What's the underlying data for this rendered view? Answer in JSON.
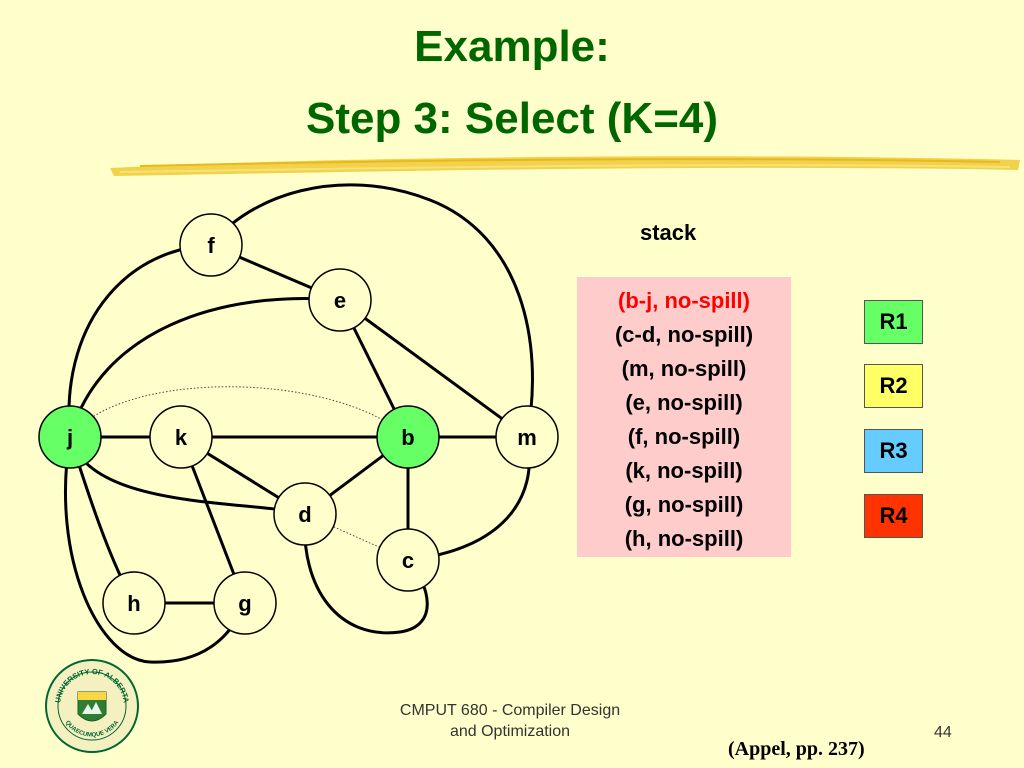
{
  "slide": {
    "title_line1": "Example:",
    "title_line2": "Step 3: Select (K=4)",
    "page_number": "44",
    "footer_line1": "CMPUT 680 - Compiler Design",
    "footer_line2": "and Optimization",
    "citation": "(Appel, pp. 237)",
    "logo_text": "UNIVERSITY OF ALBERTA",
    "logo_motto": "QUAECUMQUE VERA"
  },
  "graph": {
    "nodes": [
      {
        "id": "f",
        "label": "f",
        "color": "#ffffcc"
      },
      {
        "id": "e",
        "label": "e",
        "color": "#ffffcc"
      },
      {
        "id": "j",
        "label": "j",
        "color": "#66ff66"
      },
      {
        "id": "k",
        "label": "k",
        "color": "#ffffcc"
      },
      {
        "id": "b",
        "label": "b",
        "color": "#66ff66"
      },
      {
        "id": "m",
        "label": "m",
        "color": "#ffffcc"
      },
      {
        "id": "d",
        "label": "d",
        "color": "#ffffcc"
      },
      {
        "id": "c",
        "label": "c",
        "color": "#ffffcc"
      },
      {
        "id": "h",
        "label": "h",
        "color": "#ffffcc"
      },
      {
        "id": "g",
        "label": "g",
        "color": "#ffffcc"
      }
    ],
    "interference_edges": [
      [
        "f",
        "e"
      ],
      [
        "e",
        "b"
      ],
      [
        "e",
        "m"
      ],
      [
        "j",
        "k"
      ],
      [
        "k",
        "b"
      ],
      [
        "b",
        "m"
      ],
      [
        "b",
        "d"
      ],
      [
        "b",
        "c"
      ],
      [
        "k",
        "d"
      ],
      [
        "k",
        "g"
      ],
      [
        "h",
        "g"
      ],
      [
        "j",
        "h"
      ],
      [
        "j",
        "f"
      ],
      [
        "j",
        "e"
      ],
      [
        "j",
        "d"
      ],
      [
        "j",
        "g"
      ],
      [
        "f",
        "m"
      ],
      [
        "m",
        "c"
      ],
      [
        "d",
        "c"
      ]
    ],
    "move_edges": [
      [
        "j",
        "b"
      ],
      [
        "d",
        "c"
      ]
    ]
  },
  "stack": {
    "label": "stack",
    "items": [
      {
        "text": "(b-j, no-spill)",
        "current": true
      },
      {
        "text": "(c-d, no-spill)",
        "current": false
      },
      {
        "text": "(m, no-spill)",
        "current": false
      },
      {
        "text": "(e, no-spill)",
        "current": false
      },
      {
        "text": "(f, no-spill)",
        "current": false
      },
      {
        "text": "(k, no-spill)",
        "current": false
      },
      {
        "text": "(g, no-spill)",
        "current": false
      },
      {
        "text": "(h, no-spill)",
        "current": false
      }
    ]
  },
  "registers": [
    {
      "label": "R1",
      "color": "#66ff66"
    },
    {
      "label": "R2",
      "color": "#ffff66"
    },
    {
      "label": "R3",
      "color": "#66ccff"
    },
    {
      "label": "R4",
      "color": "#ff3300"
    }
  ],
  "colors": {
    "title": "#006600",
    "background": "#ffffcc",
    "stack_background": "#ffcccc",
    "current_item": "#ff0000"
  }
}
